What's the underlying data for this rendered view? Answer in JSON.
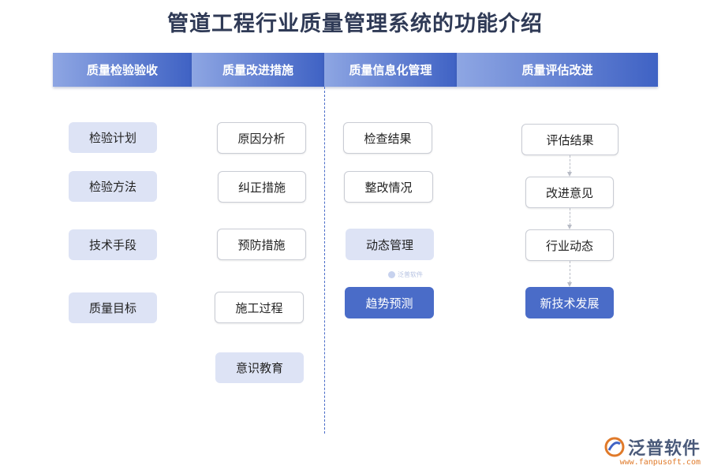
{
  "title": "管道工程行业质量管理系统的功能介绍",
  "headers": [
    "质量检验验收",
    "质量改进措施",
    "质量信息化管理",
    "质量评估改进"
  ],
  "col1": [
    "检验计划",
    "检验方法",
    "技术手段",
    "质量目标"
  ],
  "col2": [
    "原因分析",
    "纠正措施",
    "预防措施",
    "施工过程",
    "意识教育"
  ],
  "col3": [
    "检查结果",
    "整改情况",
    "动态管理",
    "趋势预测"
  ],
  "col4": [
    "评估结果",
    "改进意见",
    "行业动态",
    "新技术发展"
  ],
  "watermark": "泛普软件",
  "logo": {
    "name": "泛普软件",
    "url": "www.fanpusoft.com"
  }
}
